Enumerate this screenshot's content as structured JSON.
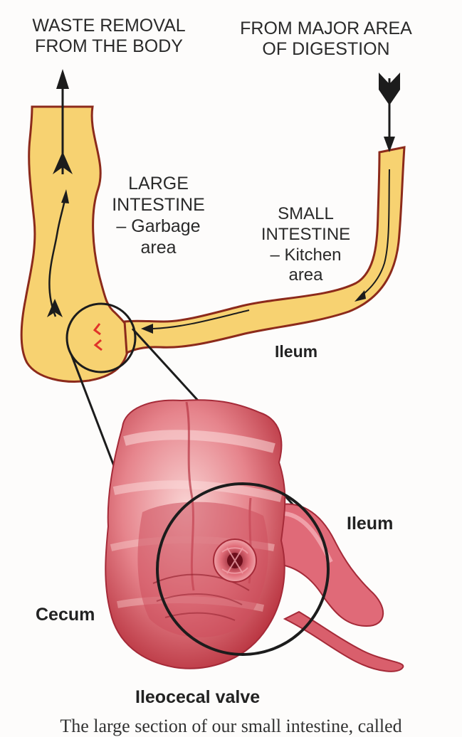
{
  "labels": {
    "waste_line1": "WASTE REMOVAL",
    "waste_line2": "FROM THE BODY",
    "digestion_line1": "FROM MAJOR AREA",
    "digestion_line2": "OF DIGESTION",
    "large_line1": "LARGE",
    "large_line2": "INTESTINE",
    "large_line3": "– Garbage",
    "large_line4": "area",
    "small_line1": "SMALL",
    "small_line2": "INTESTINE",
    "small_line3": "– Kitchen",
    "small_line4": "area",
    "ileum_top": "Ileum",
    "ileum_bottom": "Ileum",
    "cecum": "Cecum",
    "valve": "Ileocecal valve"
  },
  "caption": "The large section of our small intestine, called",
  "colors": {
    "tube_fill": "#f7d271",
    "tube_outline": "#8c2a1b",
    "tissue_light": "#f3b8bd",
    "tissue_mid": "#e0737c",
    "tissue_dark": "#b02a36",
    "line": "#1c1c1c"
  }
}
